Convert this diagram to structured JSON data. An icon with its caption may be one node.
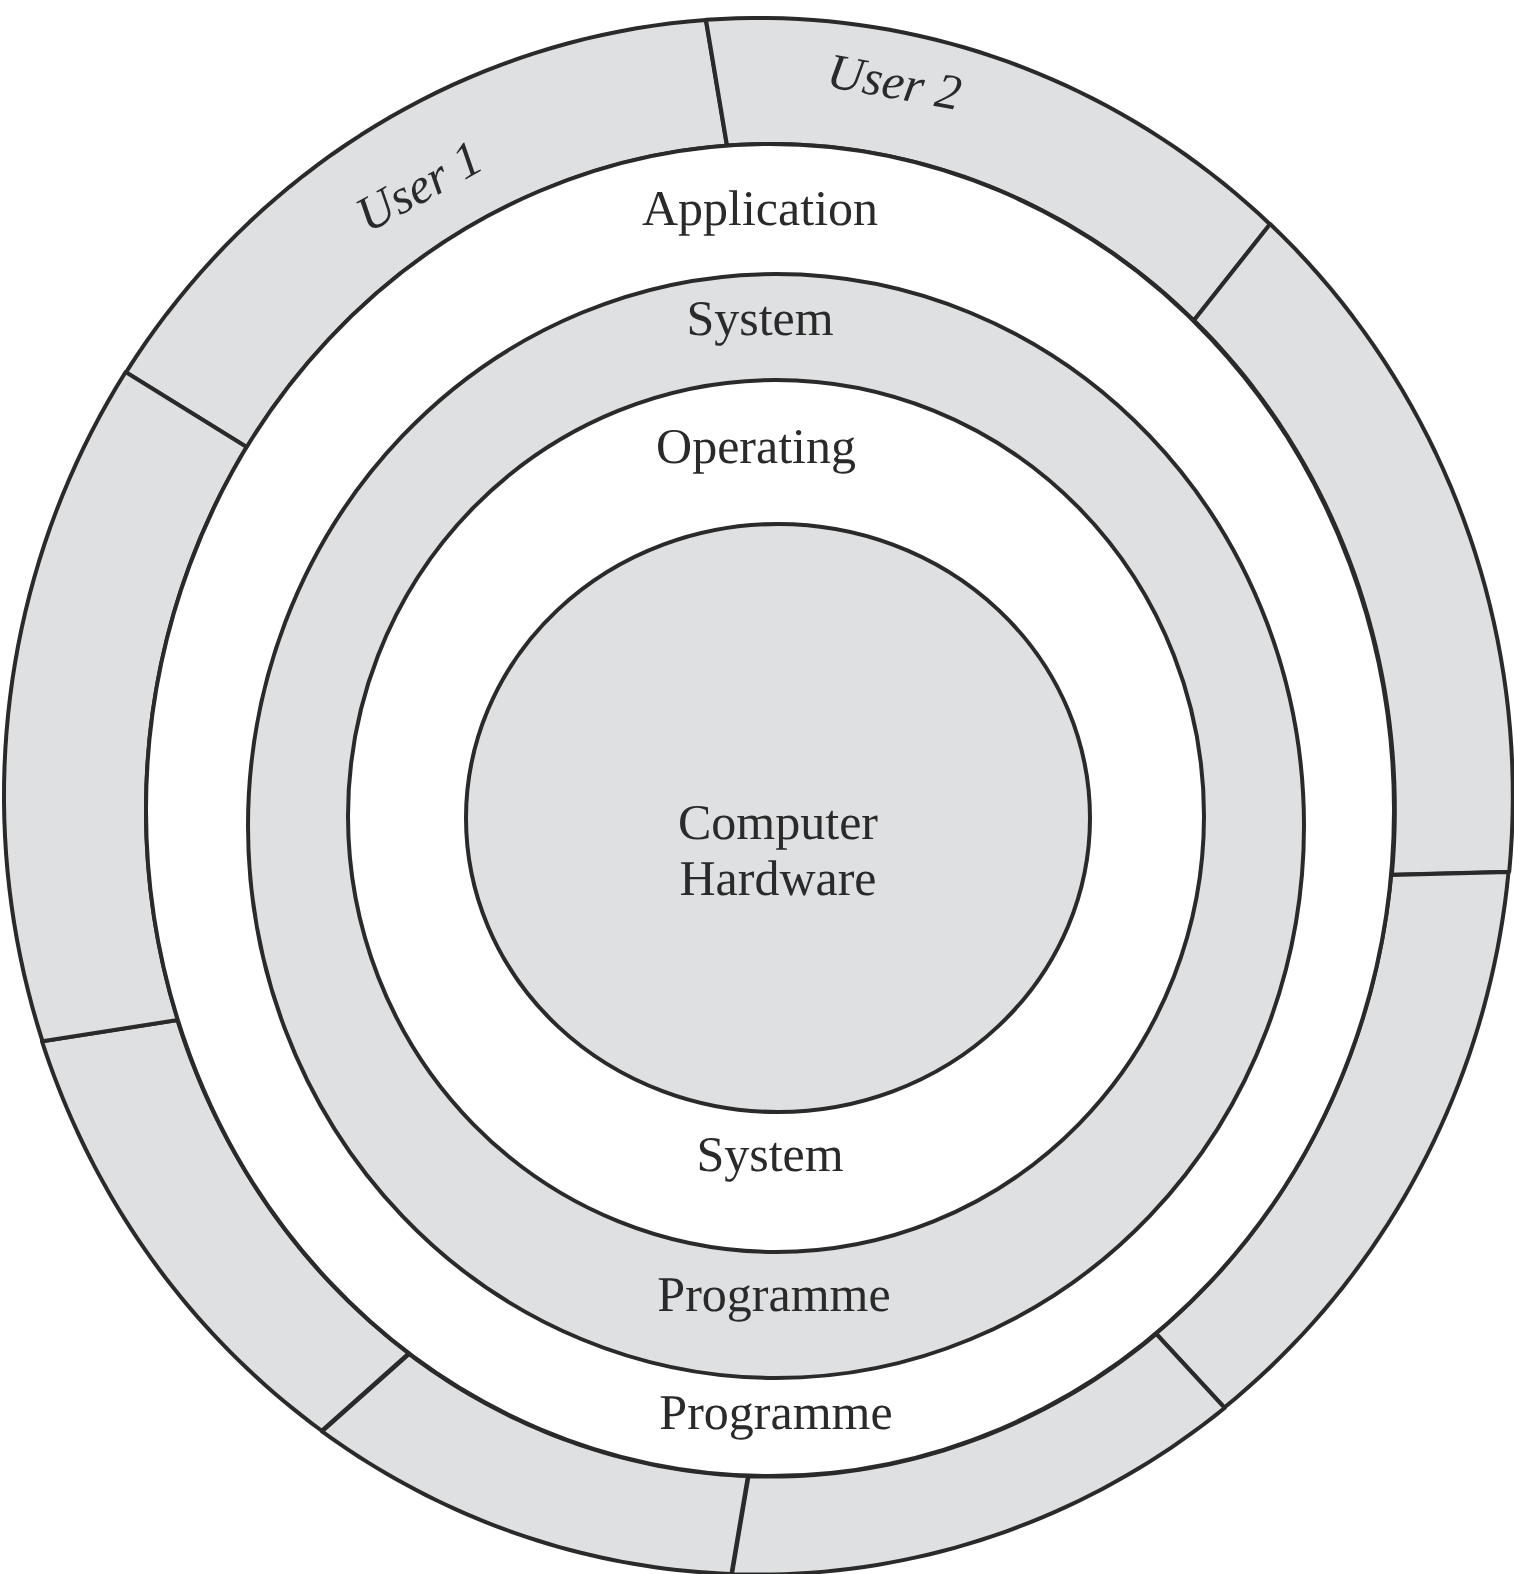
{
  "diagram": {
    "nodes": [
      {
        "text": [
          "User 1"
        ]
      },
      {
        "text": [
          "User 2"
        ]
      },
      {
        "text": [],
        "shape": "arc"
      },
      {
        "text": [],
        "shape": "arc"
      },
      {
        "text": [],
        "shape": "arc"
      },
      {
        "text": [],
        "shape": "arc"
      },
      {
        "text": [],
        "shape": "arc"
      },
      {
        "text": [],
        "shape": "arc"
      },
      {
        "text": [
          "Application",
          "Programme"
        ]
      },
      {
        "text": [
          "System",
          "Programme"
        ],
        "in": 8
      },
      {
        "text": [
          "Operating",
          "System"
        ],
        "in": 9
      },
      {
        "text": [
          "Computer Hardware"
        ],
        "in": 10
      }
    ]
  }
}
